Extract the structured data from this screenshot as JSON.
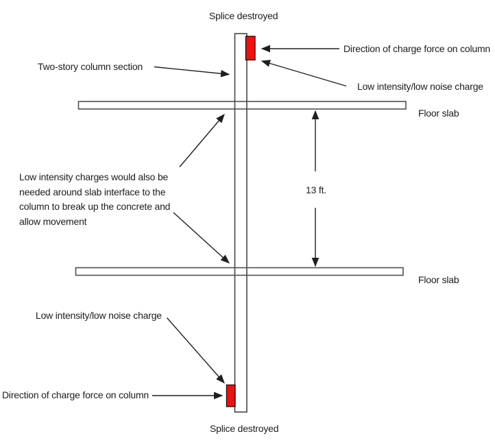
{
  "labels": {
    "splice_top": "Splice destroyed",
    "splice_bottom": "Splice destroyed",
    "direction_top": "Direction of charge force on column",
    "direction_bottom": "Direction of charge force on column",
    "low_charge_top": "Low intensity/low noise charge",
    "low_charge_bottom": "Low intensity/low noise charge",
    "two_story": "Two-story column section",
    "floor_slab_top": "Floor slab",
    "floor_slab_bottom": "Floor slab",
    "dimension": "13 ft.",
    "annotation_lines": [
      "Low intensity charges would also be",
      "needed around slab interface to the",
      "column to break up the concrete and",
      "allow movement"
    ]
  },
  "colors": {
    "charge_fill": "#ee1111",
    "charge_stroke": "#2a0a0a",
    "column_stroke": "#454545",
    "slab_stroke": "#4f4f4f",
    "arrow_color": "#1f1f1f",
    "background": "#ffffff",
    "text": "#1c1c1c"
  }
}
